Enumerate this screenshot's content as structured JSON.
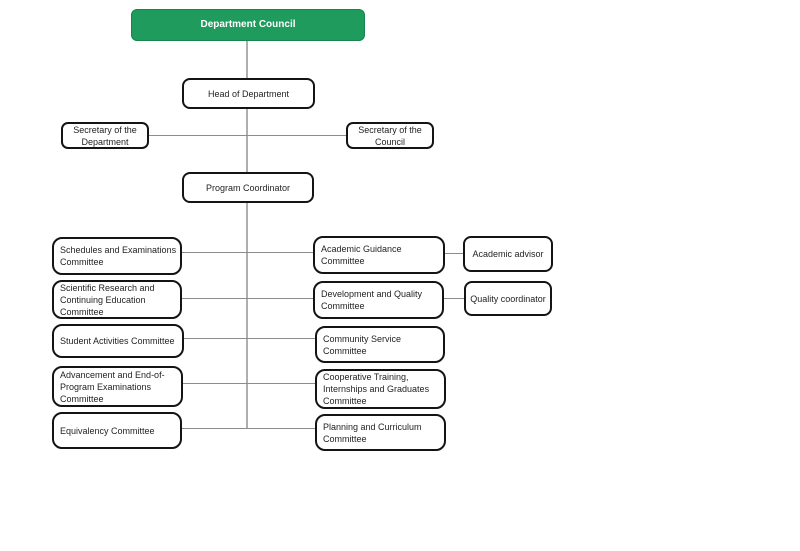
{
  "colors": {
    "council_fill": "#1e9b5d",
    "council_border": "#15854d",
    "council_text": "#ffffff",
    "box_fill": "#ffffff",
    "box_border": "#141414",
    "text": "#1f1f1f",
    "trunk_line": "#aeaeae",
    "connector_line": "#8c8c8c"
  },
  "org": {
    "council": "Department Council",
    "head": "Head of Department",
    "secretary_department": "Secretary of the\nDepartment",
    "secretary_council": "Secretary of the\nCouncil",
    "program_coordinator": "Program Coordinator",
    "left_committees": [
      "Schedules and Examinations\nCommittee",
      "Scientific Research and\nContinuing Education\nCommittee",
      "Student Activities Committee",
      "Advancement and End-of-\nProgram Examinations\nCommittee",
      "Equivalency Committee"
    ],
    "middle_committees": [
      "Academic Guidance\nCommittee",
      "Development and Quality\nCommittee",
      "Community Service\nCommittee",
      "Cooperative Training,\nInternships and Graduates\nCommittee",
      "Planning and Curriculum\nCommittee"
    ],
    "right_roles": [
      "Academic advisor",
      "Quality coordinator"
    ]
  }
}
